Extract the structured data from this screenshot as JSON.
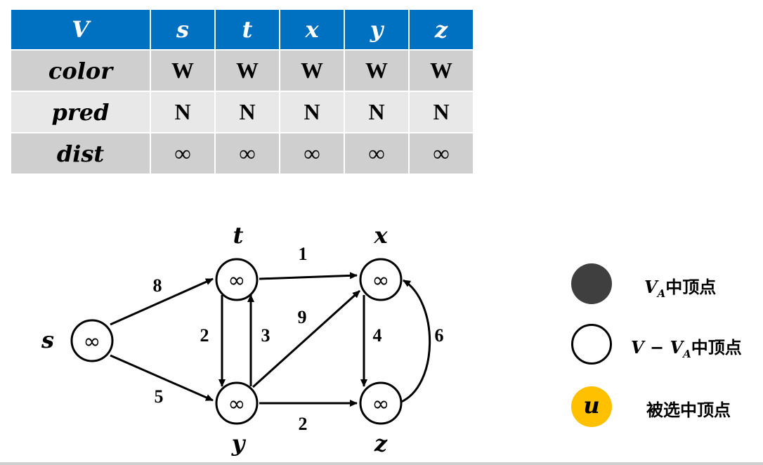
{
  "table": {
    "header": [
      "V",
      "s",
      "t",
      "x",
      "y",
      "z"
    ],
    "rows": [
      {
        "label": "color",
        "cells": [
          "W",
          "W",
          "W",
          "W",
          "W"
        ]
      },
      {
        "label": "pred",
        "cells": [
          "N",
          "N",
          "N",
          "N",
          "N"
        ]
      },
      {
        "label": "dist",
        "cells": [
          "∞",
          "∞",
          "∞",
          "∞",
          "∞"
        ]
      }
    ]
  },
  "graph": {
    "nodes": [
      {
        "id": "s",
        "value": "∞"
      },
      {
        "id": "t",
        "value": "∞"
      },
      {
        "id": "x",
        "value": "∞"
      },
      {
        "id": "y",
        "value": "∞"
      },
      {
        "id": "z",
        "value": "∞"
      }
    ],
    "edges": [
      {
        "from": "s",
        "to": "t",
        "weight": "8"
      },
      {
        "from": "s",
        "to": "y",
        "weight": "5"
      },
      {
        "from": "t",
        "to": "x",
        "weight": "1"
      },
      {
        "from": "t",
        "to": "y",
        "weight": "2"
      },
      {
        "from": "y",
        "to": "t",
        "weight": "3"
      },
      {
        "from": "y",
        "to": "x",
        "weight": "9"
      },
      {
        "from": "x",
        "to": "z",
        "weight": "4"
      },
      {
        "from": "z",
        "to": "x",
        "weight": "6"
      },
      {
        "from": "y",
        "to": "z",
        "weight": "2"
      }
    ]
  },
  "legend": {
    "items": [
      {
        "label": "V_A中顶点",
        "main": "V",
        "sub": "A",
        "suffix": "中顶点",
        "symbol": "filled-dark-circle",
        "fill": "#3F3F3F"
      },
      {
        "label": "V − V_A中顶点",
        "main": "V − V",
        "sub": "A",
        "suffix": "中顶点",
        "symbol": "empty-circle",
        "fill": "#FFFFFF"
      },
      {
        "label": "被选中顶点",
        "main": "",
        "sub": "",
        "suffix": "被选中顶点",
        "symbol": "yellow-circle",
        "fill": "#FFC000",
        "symbol_text": "u"
      }
    ]
  },
  "colors": {
    "header": "#0070C0",
    "row_dark": "#CFCFCF",
    "row_light": "#E8E8E8",
    "selected": "#FFC000",
    "visited": "#3F3F3F"
  }
}
